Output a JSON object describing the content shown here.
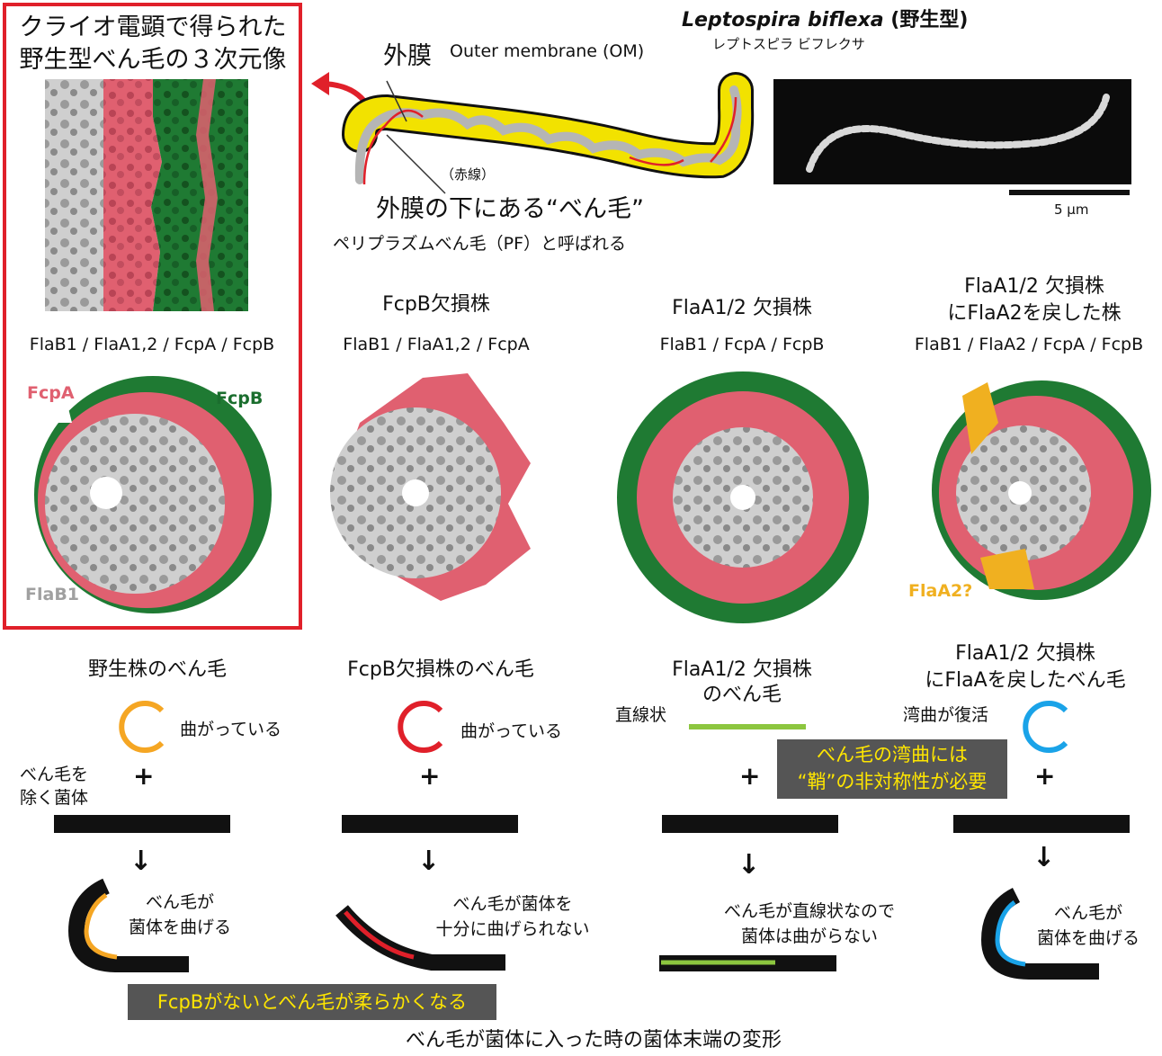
{
  "colors": {
    "red": "#e0202a",
    "pink": "#e06070",
    "green": "#1b6e2e",
    "gray_protein": "#b9b9b9",
    "yellow": "#f2e200",
    "orange": "#f5a623",
    "blue": "#1aa3e8",
    "lime": "#8cc63f",
    "highlight": "#ffe600",
    "box": "#555555"
  },
  "top_left": {
    "title_l1": "クライオ電顕で得られた",
    "title_l2": "野生型べん毛の３次元像"
  },
  "species": {
    "title": "Leptospira biflexa",
    "suffix": " (野生型)",
    "kana": "レプトスピラ ビフレクサ",
    "scale": "5 µm"
  },
  "cell_diagram": {
    "outer_membrane_jp": "外膜",
    "outer_membrane_en": "Outer membrane (OM)",
    "red_line_note": "（赤線）",
    "flagella_label": "外膜の下にある“べん毛”",
    "pf_label": "ペリプラズムべん毛（PF）と呼ばれる"
  },
  "strains": [
    {
      "name_l1": "",
      "name_l2": "",
      "proteins": "FlaB1 / FlaA1,2 / FcpA / FcpB"
    },
    {
      "name_l1": "FcpB欠損株",
      "name_l2": "",
      "proteins": "FlaB1 / FlaA1,2 / FcpA"
    },
    {
      "name_l1": "FlaA1/2 欠損株",
      "name_l2": "",
      "proteins": "FlaB1 / FcpA / FcpB"
    },
    {
      "name_l1": "FlaA1/2 欠損株",
      "name_l2": "にFlaA2を戻した株",
      "proteins": "FlaB1 / FlaA2 / FcpA / FcpB"
    }
  ],
  "struct_labels": {
    "fcpa": "FcpA",
    "fcpb": "FcpB",
    "flab1": "FlaB1",
    "flaa2": "FlaA2?"
  },
  "bottom": {
    "col1_title": "野生株のべん毛",
    "col2_title": "FcpB欠損株のべん毛",
    "col3_title_l1": "FlaA1/2 欠損株",
    "col3_title_l2": "のべん毛",
    "col4_title_l1": "FlaA1/2 欠損株",
    "col4_title_l2": "にFlaAを戻したべん毛",
    "curved1": "曲がっている",
    "curved2": "曲がっている",
    "straight": "直線状",
    "restored": "湾曲が復活",
    "body_l1": "べん毛を",
    "body_l2": "除く菌体",
    "plus": "+",
    "arrow": "↓",
    "res1_l1": "べん毛が",
    "res1_l2": "菌体を曲げる",
    "res2_l1": "べん毛が菌体を",
    "res2_l2": "十分に曲げられない",
    "res3_l1": "べん毛が直線状なので",
    "res3_l2": "菌体は曲がらない",
    "res4_l1": "べん毛が",
    "res4_l2": "菌体を曲げる",
    "box_sheath_l1": "べん毛の湾曲には",
    "box_sheath_l2": "“鞘”の非対称性が必要",
    "box_fcpb": "FcpBがないとべん毛が柔らかくなる",
    "caption": "べん毛が菌体に入った時の菌体末端の変形"
  }
}
